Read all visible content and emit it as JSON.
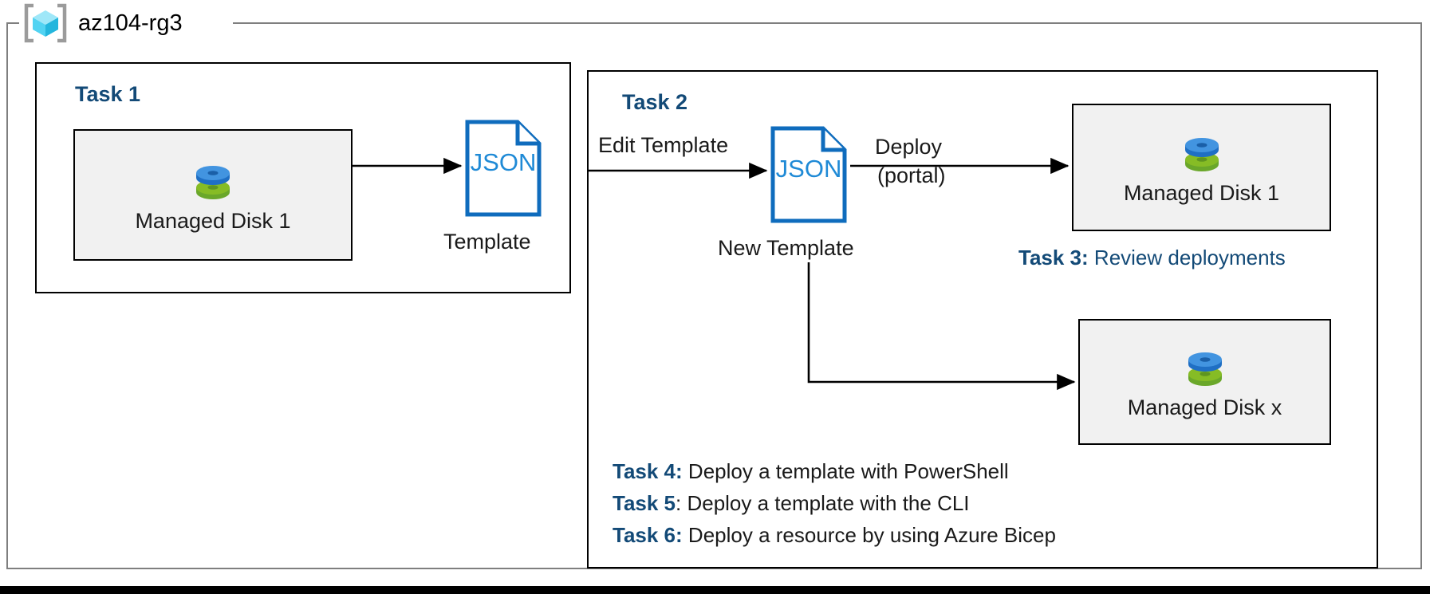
{
  "diagram": {
    "resource_group": {
      "name": "az104-rg3",
      "icon": "azure-resource-group-cube-icon",
      "border_color": "#7f7f7f"
    },
    "accent_color": "#134a77",
    "json_doc_color": "#0f6cbd",
    "card_fill": "#f1f1f1",
    "groups": [
      {
        "id": "task1",
        "heading": "Task 1"
      },
      {
        "id": "task2",
        "heading": "Task 2"
      }
    ],
    "resources": [
      {
        "id": "disk1",
        "label": "Managed Disk 1",
        "icon": "managed-disk-icon"
      },
      {
        "id": "disk2",
        "label": "Managed Disk 1",
        "icon": "managed-disk-icon"
      },
      {
        "id": "diskx",
        "label": "Managed Disk x",
        "icon": "managed-disk-icon"
      }
    ],
    "documents": [
      {
        "id": "template1",
        "glyph_text": "JSON",
        "caption": "Template",
        "icon": "json-document-icon"
      },
      {
        "id": "template2",
        "glyph_text": "JSON",
        "caption": "New Template",
        "icon": "json-document-icon"
      }
    ],
    "edges": [
      {
        "id": "export",
        "label": ""
      },
      {
        "id": "edit",
        "label": "Edit Template"
      },
      {
        "id": "deploy",
        "label": "Deploy",
        "sublabel": "(portal)"
      },
      {
        "id": "deploy-x",
        "label": ""
      }
    ],
    "notes": [
      {
        "id": "task3",
        "tag": "Task 3:",
        "body": " Review deployments",
        "body_style": "blue"
      },
      {
        "id": "task4",
        "tag": "Task 4:",
        "body": " Deploy a template with PowerShell",
        "body_style": "dark"
      },
      {
        "id": "task5",
        "tag": "Task 5",
        "body": ": Deploy a template with the CLI",
        "body_style": "dark"
      },
      {
        "id": "task6",
        "tag": "Task 6:",
        "body": " Deploy a resource by using Azure Bicep",
        "body_style": "dark"
      }
    ]
  }
}
